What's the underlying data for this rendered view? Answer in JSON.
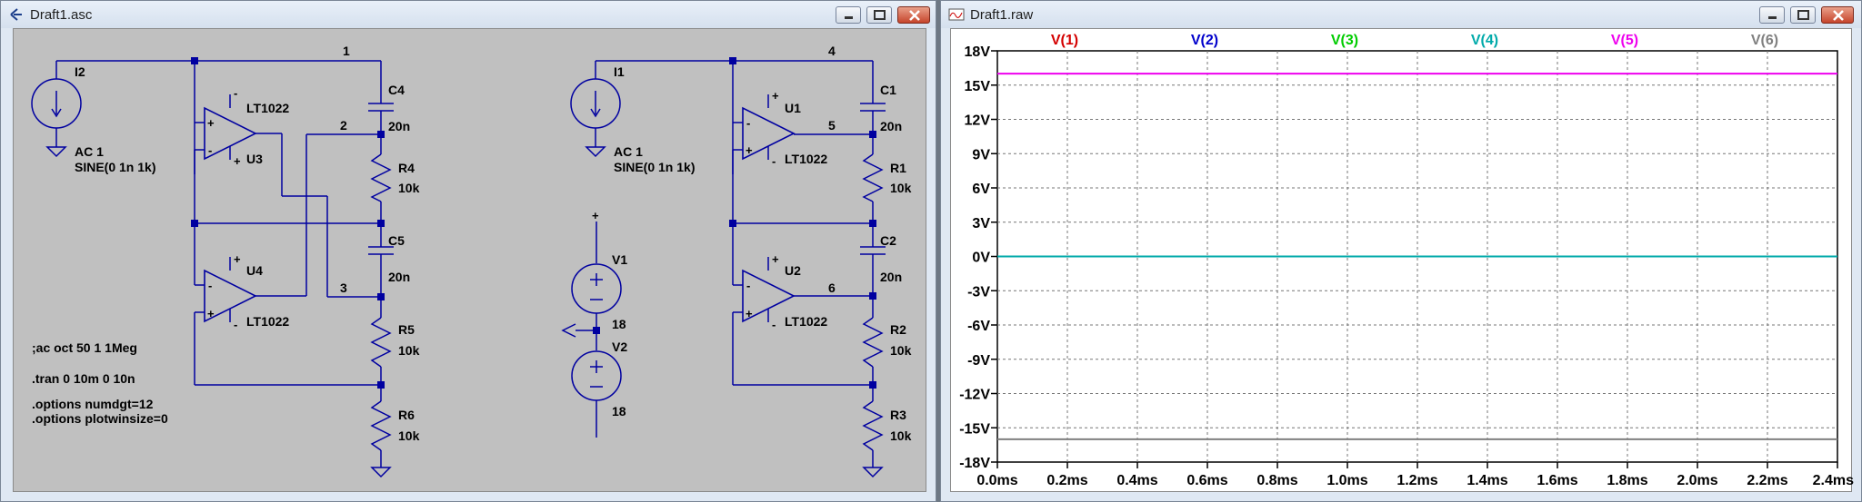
{
  "left_window": {
    "title": "Draft1.asc",
    "components": {
      "I2": {
        "name": "I2",
        "ac": "AC 1",
        "sine": "SINE(0 1n 1k)"
      },
      "I1": {
        "name": "I1",
        "ac": "AC 1",
        "sine": "SINE(0 1n 1k)"
      },
      "U3": {
        "name": "U3",
        "model": "LT1022"
      },
      "U4": {
        "name": "U4",
        "model": "LT1022"
      },
      "U1": {
        "name": "U1",
        "model": "LT1022"
      },
      "U2": {
        "name": "U2",
        "model": "LT1022"
      },
      "C4": {
        "name": "C4",
        "value": "20n"
      },
      "C5": {
        "name": "C5",
        "value": "20n"
      },
      "C1": {
        "name": "C1",
        "value": "20n"
      },
      "C2": {
        "name": "C2",
        "value": "20n"
      },
      "R4": {
        "name": "R4",
        "value": "10k"
      },
      "R5": {
        "name": "R5",
        "value": "10k"
      },
      "R6": {
        "name": "R6",
        "value": "10k"
      },
      "R1": {
        "name": "R1",
        "value": "10k"
      },
      "R2": {
        "name": "R2",
        "value": "10k"
      },
      "R3": {
        "name": "R3",
        "value": "10k"
      },
      "V1": {
        "name": "V1",
        "value": "18"
      },
      "V2": {
        "name": "V2",
        "value": "18"
      }
    },
    "nets": {
      "n1": "1",
      "n2": "2",
      "n3": "3",
      "n4": "4",
      "n5": "5",
      "n6": "6"
    },
    "directives": {
      "ac": ";ac oct 50 1 1Meg",
      "tran": ".tran 0 10m 0 10n",
      "opt1": ".options numdgt=12",
      "opt2": ".options plotwinsize=0"
    },
    "opamp_pins": {
      "minus": "-",
      "plus": "+"
    }
  },
  "right_window": {
    "title": "Draft1.raw",
    "y_ticks": [
      "18V",
      "15V",
      "12V",
      "9V",
      "6V",
      "3V",
      "0V",
      "-3V",
      "-6V",
      "-9V",
      "-12V",
      "-15V",
      "-18V"
    ],
    "x_ticks": [
      "0.0ms",
      "0.2ms",
      "0.4ms",
      "0.6ms",
      "0.8ms",
      "1.0ms",
      "1.2ms",
      "1.4ms",
      "1.6ms",
      "1.8ms",
      "2.0ms",
      "2.2ms",
      "2.4ms"
    ],
    "traces": [
      {
        "name": "V(1)",
        "color": "#d40000",
        "value": 0
      },
      {
        "name": "V(2)",
        "color": "#0000cc",
        "value": 0
      },
      {
        "name": "V(3)",
        "color": "#00cc00",
        "value": 0
      },
      {
        "name": "V(4)",
        "color": "#00aaaa",
        "value": 0
      },
      {
        "name": "V(5)",
        "color": "#ee00ee",
        "value": 16
      },
      {
        "name": "V(6)",
        "color": "#808080",
        "value": -16
      }
    ]
  },
  "chart_data": {
    "type": "line",
    "x_unit": "ms",
    "xlim": [
      0,
      2.4
    ],
    "ylim": [
      -18,
      18
    ],
    "grid": true,
    "x": [
      0,
      2.4
    ],
    "series": [
      {
        "name": "V(1)",
        "values": [
          0,
          0
        ]
      },
      {
        "name": "V(2)",
        "values": [
          0,
          0
        ]
      },
      {
        "name": "V(3)",
        "values": [
          0,
          0
        ]
      },
      {
        "name": "V(4)",
        "values": [
          0,
          0
        ]
      },
      {
        "name": "V(5)",
        "values": [
          16,
          16
        ]
      },
      {
        "name": "V(6)",
        "values": [
          -16,
          -16
        ]
      }
    ]
  }
}
